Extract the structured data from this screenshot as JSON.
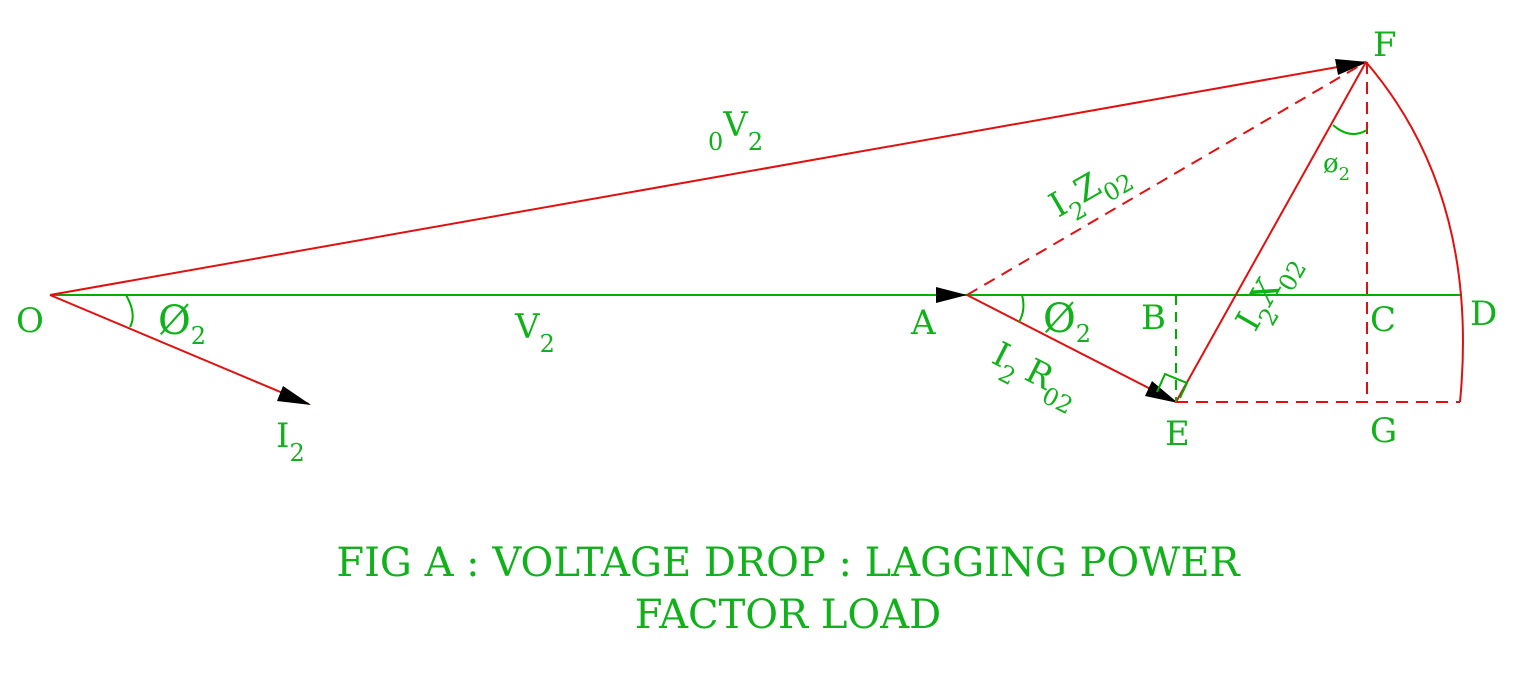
{
  "colors": {
    "vector": "#e01010",
    "axis": "#00b000",
    "label": "#11b11b",
    "background": "#ffffff"
  },
  "points": {
    "O": "O",
    "A": "A",
    "B": "B",
    "C": "C",
    "D": "D",
    "E": "E",
    "F": "F",
    "G": "G"
  },
  "vectors": {
    "v2": {
      "main": "V",
      "sub": "2"
    },
    "ov2": {
      "pre": "0",
      "main": "V",
      "sub": "2"
    },
    "i2": {
      "main": "I",
      "sub": "2"
    },
    "i2z02": {
      "main1": "I",
      "sub1": "2",
      "main2": "Z",
      "sub2": "02"
    },
    "i2x02": {
      "main1": "I",
      "sub1": "2",
      "main2": "X",
      "sub2": "02"
    },
    "i2r02": {
      "main1": "I",
      "sub1": "2",
      "main2": "R",
      "sub2": "02"
    }
  },
  "angles": {
    "phi_o": {
      "main": "Ø",
      "sub": "2"
    },
    "phi_a": {
      "main": "Ø",
      "sub": "2"
    },
    "phi_f": {
      "main": "ø",
      "sub": "2"
    }
  },
  "caption": {
    "line1": "FIG A : VOLTAGE DROP : LAGGING POWER",
    "line2": "FACTOR LOAD"
  }
}
